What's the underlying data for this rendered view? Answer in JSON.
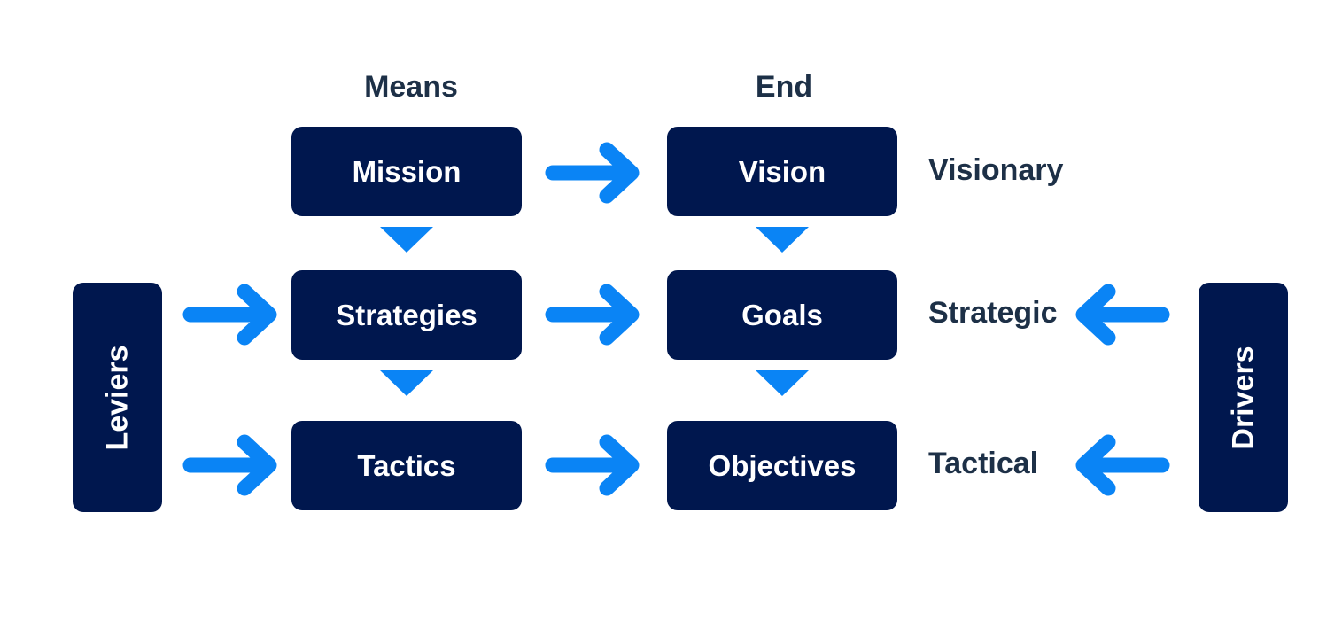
{
  "headers": {
    "means": "Means",
    "end": "End"
  },
  "boxes": {
    "mission": "Mission",
    "vision": "Vision",
    "strategies": "Strategies",
    "goals": "Goals",
    "tactics": "Tactics",
    "objectives": "Objectives"
  },
  "levels": {
    "visionary": "Visionary",
    "strategic": "Strategic",
    "tactical": "Tactical"
  },
  "sides": {
    "left": "Leviers",
    "right": "Drivers"
  },
  "colors": {
    "box_fill": "#00174e",
    "arrow": "#0a84f5",
    "label_text": "#1d3047",
    "box_text": "#ffffff"
  }
}
